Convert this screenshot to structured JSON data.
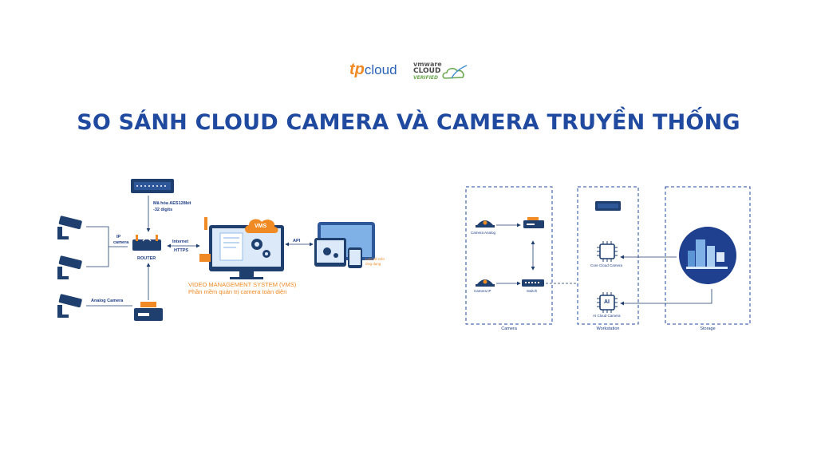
{
  "header": {
    "title": "SO SÁNH CLOUD CAMERA VÀ CAMERA TRUYỀN THỐNG",
    "logo_tp_prefix": "tp",
    "logo_tp_suffix": "cloud",
    "logo_vmware_line1": "vmware",
    "logo_vmware_line2": "CLOUD",
    "logo_vmware_line3": "VERIFIED"
  },
  "left_diagram": {
    "encryption_label_1": "Mã hóa AES128bit",
    "encryption_label_2": "-32 digits",
    "ip_camera_label_1": "IP",
    "ip_camera_label_2": "camera",
    "router_label": "ROUTER",
    "internet_label_1": "Internet",
    "internet_label_2": "HTTPS",
    "analog_camera_label": "Analog Camera",
    "vms_badge": "VMS",
    "api_label": "API",
    "vms_title": "VIDEO MANAGEMENT SYSTEM (VMS)",
    "vms_subtitle": "Phần mềm quản trị camera toàn diện",
    "devices_note_1": "Lưu trữ trên",
    "devices_note_2": "ứng dụng"
  },
  "right_diagram": {
    "camera_analog_label": "Camera Analog",
    "camera_ip_label": "Camera IP",
    "switch_label": "Switch",
    "core_cloud_label": "Core Cloud Camera",
    "ai_cloud_label": "AI Cloud Camera",
    "ai_chip_text": "AI",
    "section_camera": "Camera",
    "section_workstation": "Workstation",
    "section_storage": "Storage"
  },
  "colors": {
    "primary_blue": "#1f4aa0",
    "dark_navy": "#1f3f6e",
    "accent_orange": "#f08a24",
    "light_blue": "#7fb0e6"
  }
}
